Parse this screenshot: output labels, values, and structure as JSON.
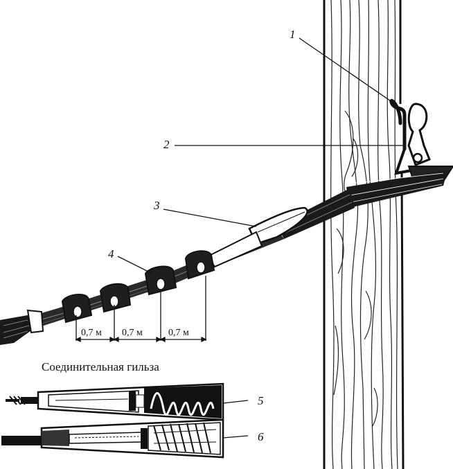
{
  "callouts": {
    "n1": "1",
    "n2": "2",
    "n3": "3",
    "n4": "4",
    "n5": "5",
    "n6": "6"
  },
  "dimensions": {
    "d1": "0,7 м",
    "d2": "0,7 м",
    "d3": "0,7 м"
  },
  "caption": "Соединительная гильза",
  "colors": {
    "ink": "#111111",
    "paper": "#ffffff"
  }
}
